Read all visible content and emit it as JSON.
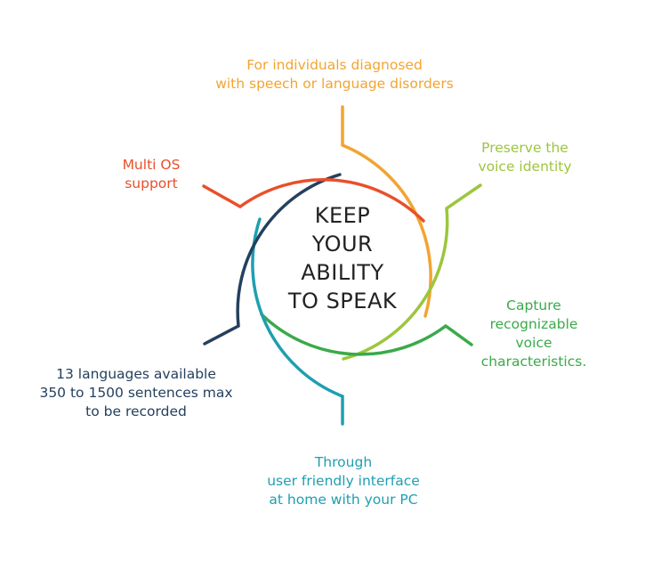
{
  "center": {
    "lines": [
      "KEEP",
      "YOUR",
      "ABILITY",
      "TO SPEAK"
    ]
  },
  "features": [
    {
      "id": "speech-disorders",
      "color": "#f2a431",
      "lines": [
        "For individuals diagnosed",
        "with speech or language disorders"
      ]
    },
    {
      "id": "voice-identity",
      "color": "#9cc63d",
      "lines": [
        "Preserve the",
        "voice identity"
      ]
    },
    {
      "id": "voice-characteristics",
      "color": "#3aaa4a",
      "lines": [
        "Capture",
        "recognizable",
        "voice",
        "characteristics."
      ]
    },
    {
      "id": "user-friendly",
      "color": "#1e9fb0",
      "lines": [
        "Through",
        "user friendly interface",
        "at home with your PC"
      ]
    },
    {
      "id": "languages",
      "color": "#25405f",
      "lines": [
        "13 languages available",
        "350 to 1500 sentences max",
        "to be recorded"
      ]
    },
    {
      "id": "multi-os",
      "color": "#e8502a",
      "lines": [
        "Multi OS",
        "support"
      ]
    }
  ]
}
